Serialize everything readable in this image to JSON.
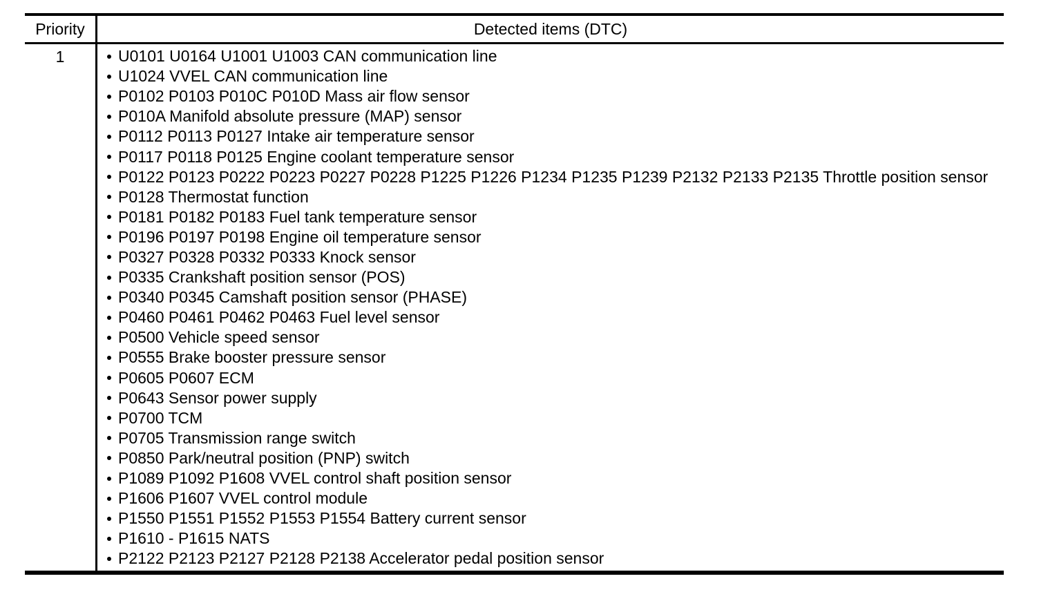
{
  "colors": {
    "text": "#000000",
    "border": "#000000",
    "background": "#ffffff"
  },
  "table": {
    "headers": [
      "Priority",
      "Detected items (DTC)"
    ],
    "rows": [
      {
        "priority": "1",
        "items": [
          "U0101 U0164 U1001 U1003 CAN communication line",
          "U1024 VVEL CAN communication line",
          "P0102 P0103 P010C P010D Mass air flow sensor",
          "P010A Manifold absolute pressure (MAP) sensor",
          "P0112 P0113 P0127 Intake air temperature sensor",
          "P0117 P0118 P0125 Engine coolant temperature sensor",
          "P0122 P0123 P0222 P0223 P0227 P0228 P1225 P1226 P1234 P1235 P1239 P2132 P2133 P2135 Throttle position sensor",
          "P0128 Thermostat function",
          "P0181 P0182 P0183 Fuel tank temperature sensor",
          "P0196 P0197 P0198 Engine oil temperature sensor",
          "P0327 P0328 P0332 P0333 Knock sensor",
          "P0335 Crankshaft position sensor (POS)",
          "P0340 P0345 Camshaft position sensor (PHASE)",
          "P0460 P0461 P0462 P0463 Fuel level sensor",
          "P0500 Vehicle speed sensor",
          "P0555 Brake booster pressure sensor",
          "P0605 P0607 ECM",
          "P0643 Sensor power supply",
          "P0700 TCM",
          "P0705 Transmission range switch",
          "P0850 Park/neutral position (PNP) switch",
          "P1089 P1092 P1608 VVEL control shaft position sensor",
          "P1606 P1607 VVEL control module",
          "P1550 P1551 P1552 P1553 P1554 Battery current sensor",
          "P1610 - P1615 NATS",
          "P2122 P2123 P2127 P2128 P2138 Accelerator pedal position sensor"
        ]
      }
    ]
  }
}
